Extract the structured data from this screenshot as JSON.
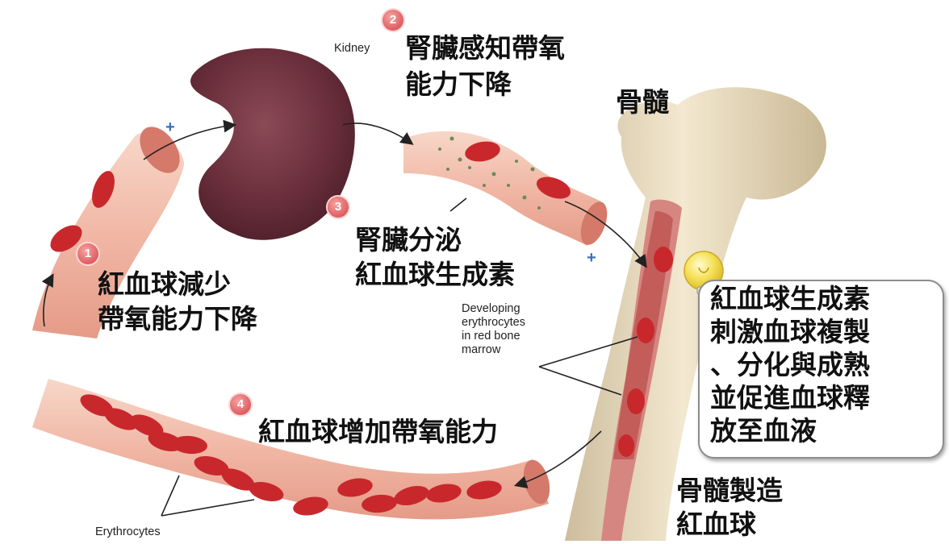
{
  "labels": {
    "kidney_en": "Kidney",
    "kidney_step": "腎臟感知帶氧",
    "kidney_step_2": "能力下降",
    "bone_marrow": "骨髓",
    "secrete_1": "腎臟分泌",
    "secrete_2": "紅血球生成素",
    "rbc_decrease_1": "紅血球減少",
    "rbc_decrease_2": "帶氧能力下降",
    "developing_1": "Developing",
    "developing_2": "erythrocytes",
    "developing_3": "in red bone",
    "developing_4": "marrow",
    "rbc_increase": "紅血球增加帶氧能力",
    "bone_make_1": "骨髓製造",
    "bone_make_2": "紅血球",
    "erythrocytes_en": "Erythrocytes"
  },
  "steps": [
    "1",
    "2",
    "3",
    "4"
  ],
  "plus_signs": [
    "+",
    "+"
  ],
  "callout": {
    "lines": [
      "紅血球生成素",
      "刺激血球複製",
      "、分化與成熟",
      "並促進血球釋",
      "放至血液"
    ]
  },
  "colors": {
    "kidney": "#6b2f3c",
    "vessel": "#f4c4b4",
    "vessel_inner": "#dc8f80",
    "rbc": "#c8282c",
    "bone": "#eadcc0",
    "marrow": "#cf6f6a",
    "bulb": "#f6e25a",
    "badge": "#e06466"
  }
}
